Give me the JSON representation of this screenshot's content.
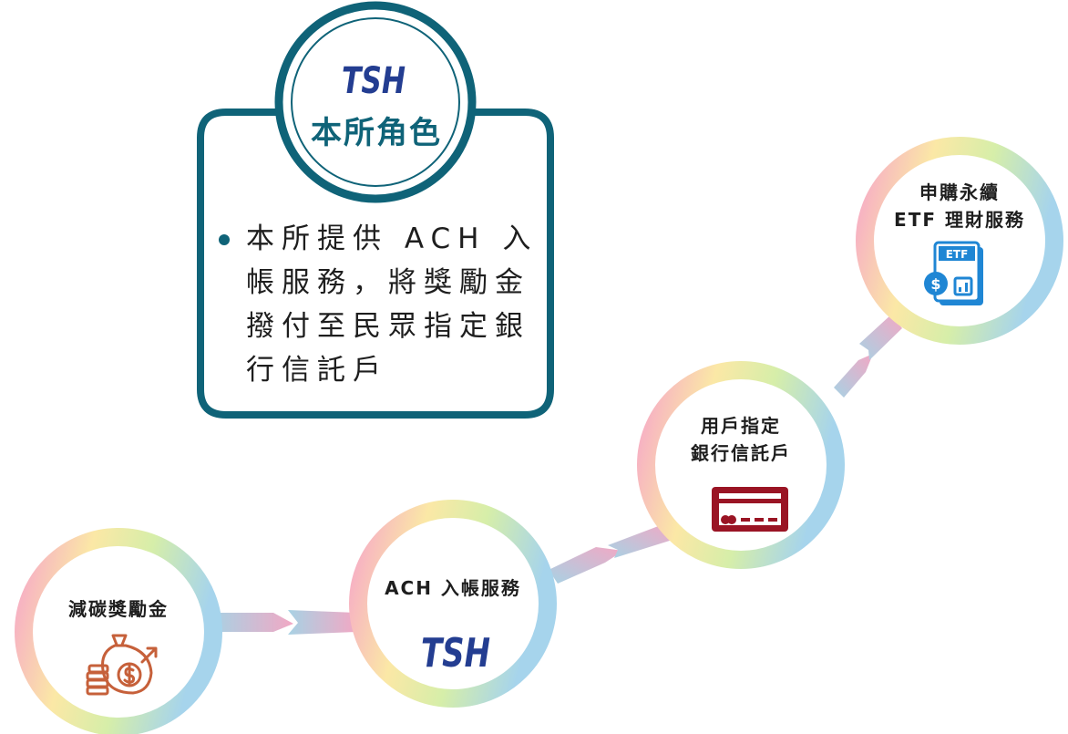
{
  "role_box": {
    "logo_text": "TSH",
    "title": "本所角色",
    "bullet_text": "本所提供 ACH 入帳服務，將獎勵金撥付至民眾指定銀行信託戶"
  },
  "steps": [
    {
      "label": "減碳獎勵金",
      "icon": "money-bag-coins-icon"
    },
    {
      "label": "ACH 入帳服務",
      "icon": "tsh-logo-icon"
    },
    {
      "label": "用戶指定\n銀行信託戶",
      "icon": "credit-card-icon"
    },
    {
      "label": "申購永續\nETF 理財服務",
      "icon": "etf-document-icon"
    }
  ],
  "etf_badge": "ETF",
  "colors": {
    "teal": "#0f6378",
    "brand_blue": "#233d91",
    "card_red": "#9a1424",
    "bag_orange": "#c6603a",
    "etf_blue": "#1f86d4"
  }
}
